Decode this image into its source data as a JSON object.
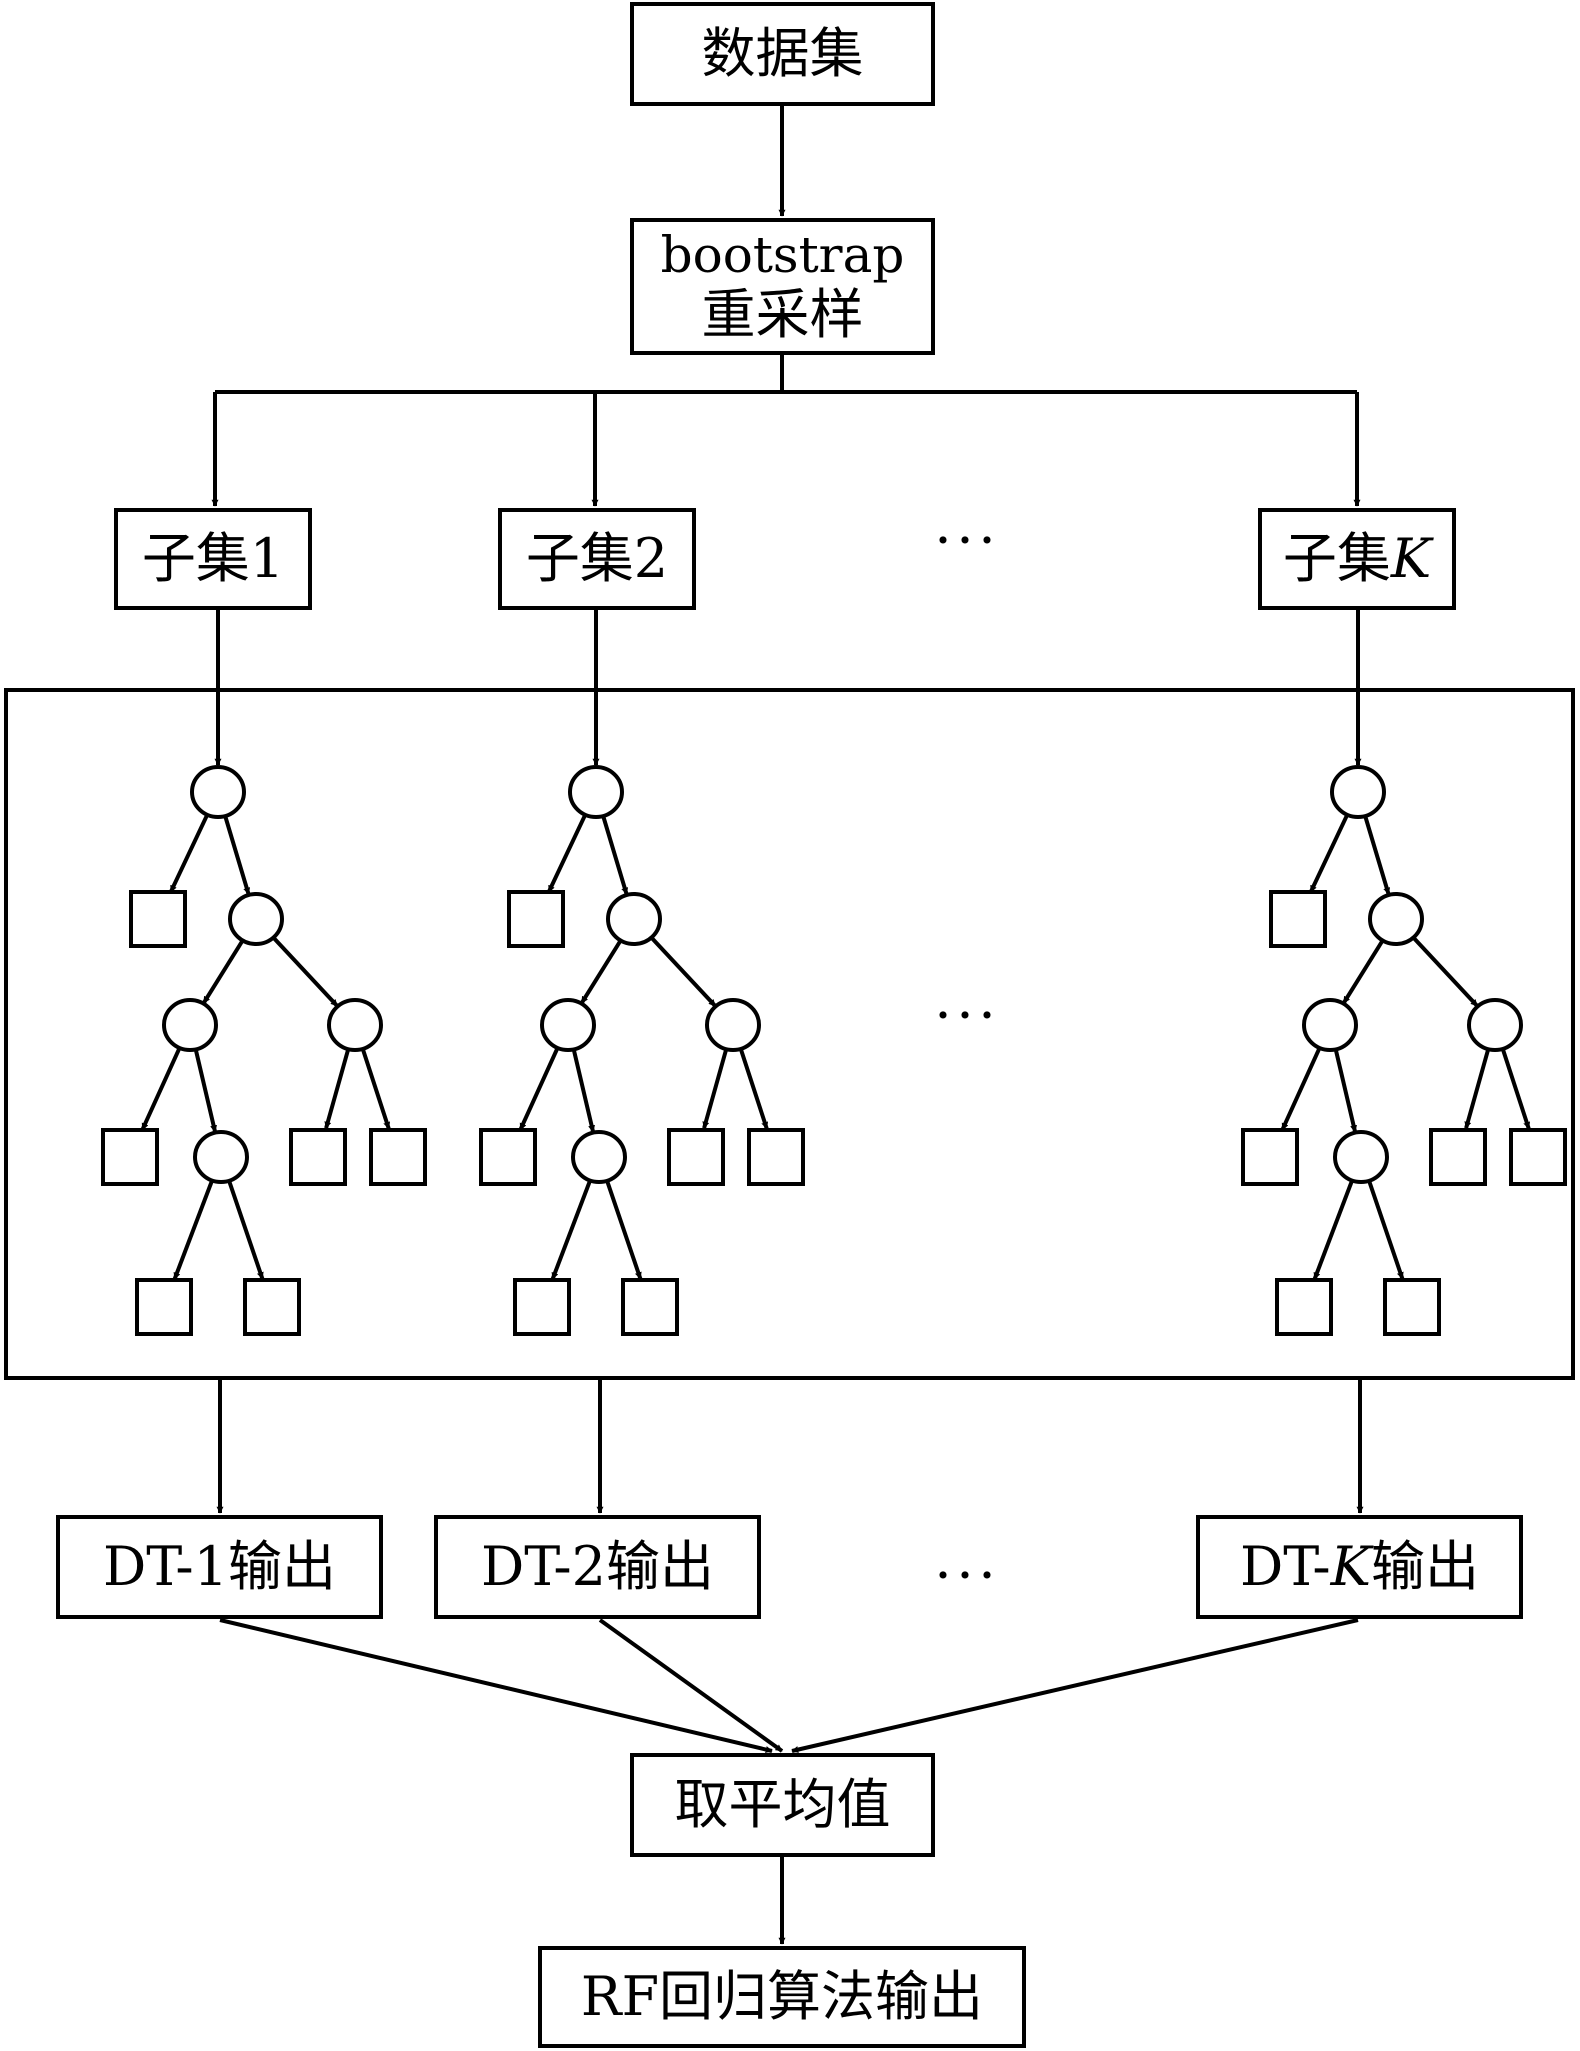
{
  "nodes": {
    "dataset": "数据集",
    "bootstrap_line1": "bootstrap",
    "bootstrap_line2": "重采样",
    "subset1": "子集1",
    "subset2_prefix": "子集2",
    "subsetK_prefix": "子集",
    "subsetK_var": "K",
    "dt1": "DT-1输出",
    "dt2": "DT-2输出",
    "dtK_prefix": "DT-",
    "dtK_var": "K",
    "dtK_suffix": "输出",
    "average": "取平均值",
    "rf_output": "RF回归算法输出"
  },
  "ellipsis": "···"
}
